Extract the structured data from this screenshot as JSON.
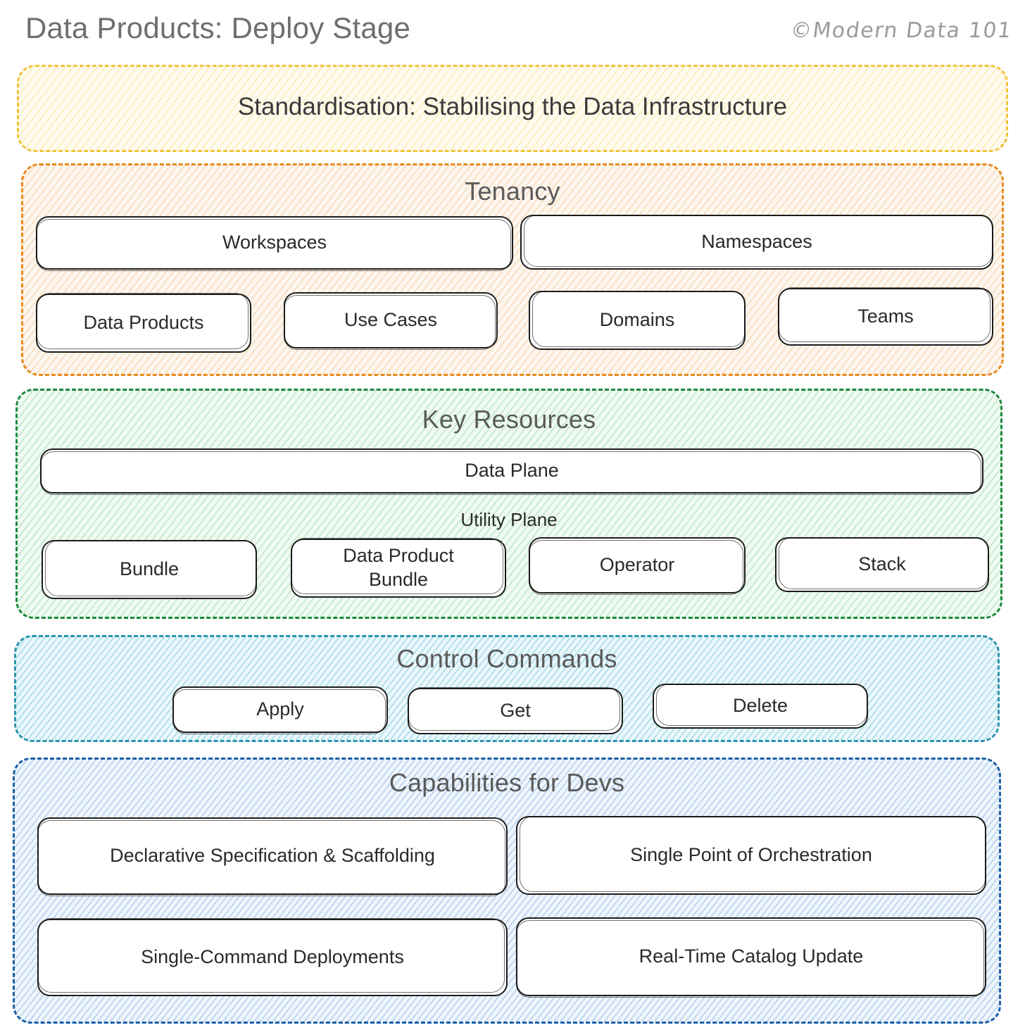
{
  "header": {
    "title": "Data Products: Deploy Stage",
    "watermark": "©Modern Data 101"
  },
  "sections": {
    "standardisation": {
      "label": "Standardisation: Stabilising the Data Infrastructure",
      "border_color": "#F2C53D",
      "fill_color": "#FEFBEE"
    },
    "tenancy": {
      "title": "Tenancy",
      "border_color": "#E8891E",
      "fill_color": "#FDF6EE",
      "row1": [
        {
          "label": "Workspaces"
        },
        {
          "label": "Namespaces"
        }
      ],
      "row2": [
        {
          "label": "Data Products"
        },
        {
          "label": "Use Cases"
        },
        {
          "label": "Domains"
        },
        {
          "label": "Teams"
        }
      ]
    },
    "key_resources": {
      "title": "Key Resources",
      "border_color": "#1B8A3C",
      "fill_color": "#EFFAF1",
      "data_plane": {
        "label": "Data Plane"
      },
      "utility_plane_label": "Utility Plane",
      "utility_items": [
        {
          "label": "Bundle"
        },
        {
          "label": "Data Product\nBundle"
        },
        {
          "label": "Operator"
        },
        {
          "label": "Stack"
        }
      ]
    },
    "control_commands": {
      "title": "Control Commands",
      "border_color": "#2C94AE",
      "fill_color": "#EAF7FB",
      "commands": [
        {
          "label": "Apply"
        },
        {
          "label": "Get"
        },
        {
          "label": "Delete"
        }
      ]
    },
    "capabilities": {
      "title": "Capabilities for Devs",
      "border_color": "#1B5FA8",
      "fill_color": "#EEF5FC",
      "items": [
        {
          "label": "Declarative Specification & Scaffolding"
        },
        {
          "label": "Single Point of Orchestration"
        },
        {
          "label": "Single-Command Deployments"
        },
        {
          "label": "Real-Time Catalog Update"
        }
      ]
    }
  }
}
